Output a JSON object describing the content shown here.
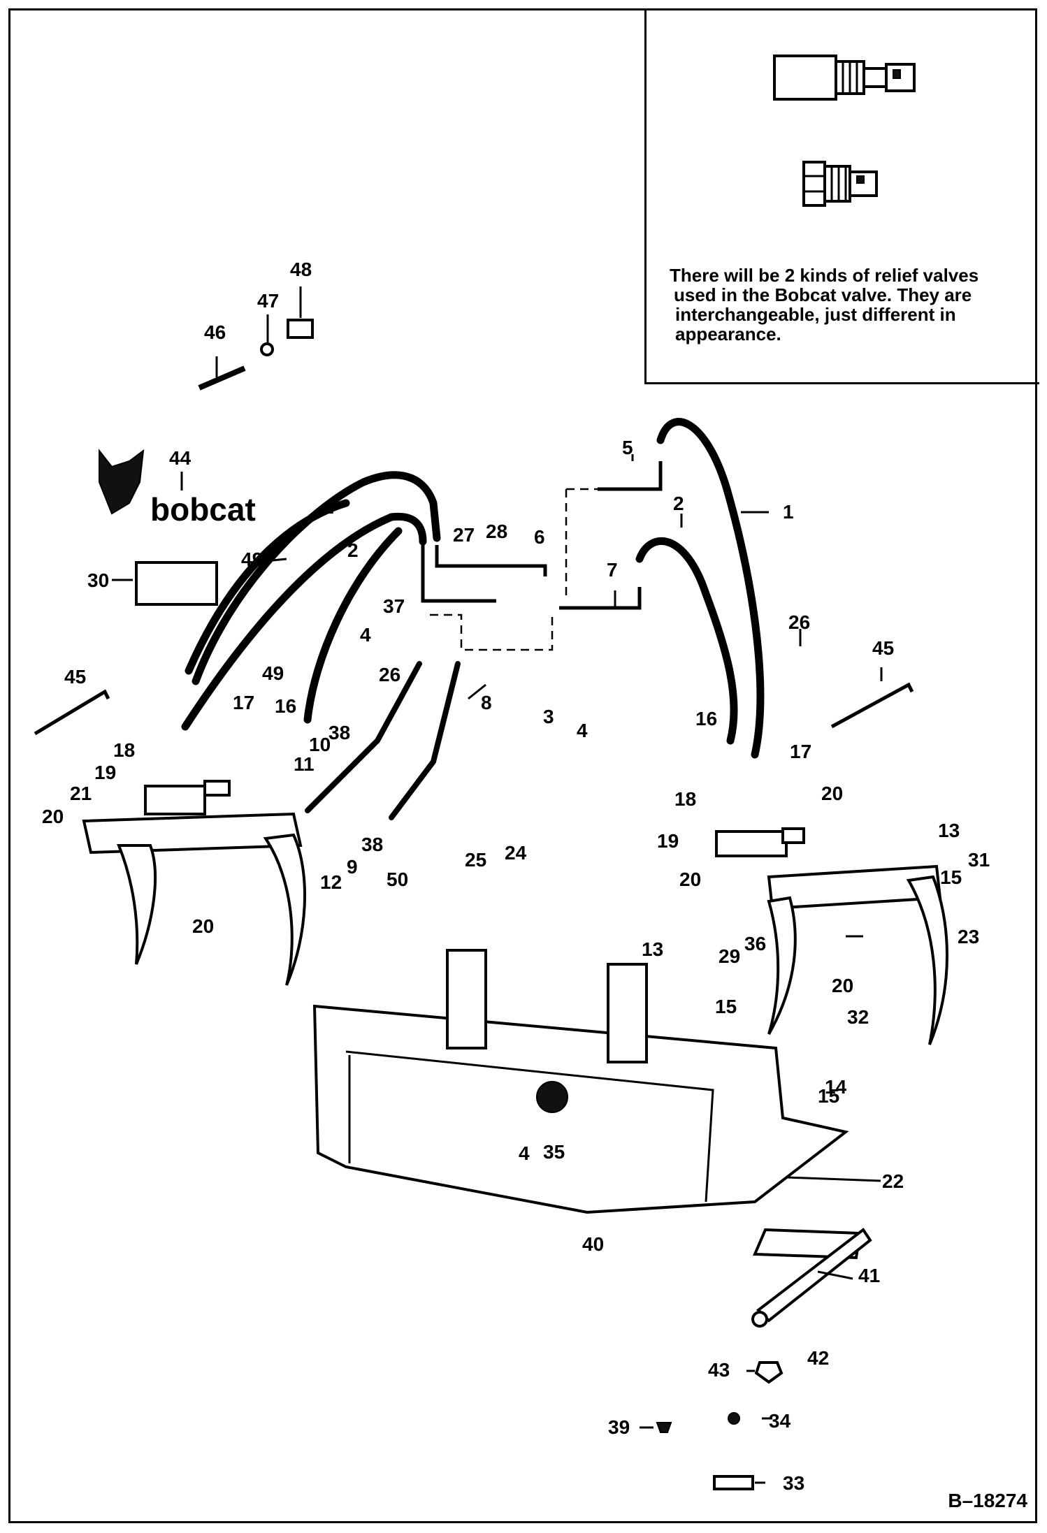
{
  "note": {
    "lines": [
      "There will be 2 kinds of relief valves",
      "used in the Bobcat valve.  They are",
      "interchangeable, just different in",
      "appearance."
    ]
  },
  "logo_text": "bobcat",
  "figure_id": "B–18274",
  "callouts": {
    "c1a": "1",
    "c1b": "1",
    "c2a": "2",
    "c2b": "2",
    "c3": "3",
    "c4a": "4",
    "c4b": "4",
    "c4c": "4",
    "c5": "5",
    "c6": "6",
    "c7": "7",
    "c8": "8",
    "c9": "9",
    "c10": "10",
    "c11": "11",
    "c12": "12",
    "c13a": "13",
    "c13b": "13",
    "c14": "14",
    "c15a": "15",
    "c15b": "15",
    "c15c": "15",
    "c16a": "16",
    "c16b": "16",
    "c17a": "17",
    "c17b": "17",
    "c18a": "18",
    "c18b": "18",
    "c19a": "19",
    "c19b": "19",
    "c20a": "20",
    "c20b": "20",
    "c20c": "20",
    "c20d": "20",
    "c20e": "20",
    "c21": "21",
    "c22": "22",
    "c23": "23",
    "c24": "24",
    "c25": "25",
    "c26a": "26",
    "c26b": "26",
    "c27": "27",
    "c28": "28",
    "c29": "29",
    "c30": "30",
    "c31": "31",
    "c32": "32",
    "c33": "33",
    "c34": "34",
    "c35": "35",
    "c36": "36",
    "c37": "37",
    "c38a": "38",
    "c38b": "38",
    "c39": "39",
    "c40": "40",
    "c41": "41",
    "c42": "42",
    "c43": "43",
    "c44": "44",
    "c45a": "45",
    "c45b": "45",
    "c46": "46",
    "c47": "47",
    "c48": "48",
    "c49a": "49",
    "c49b": "49",
    "c50": "50"
  }
}
